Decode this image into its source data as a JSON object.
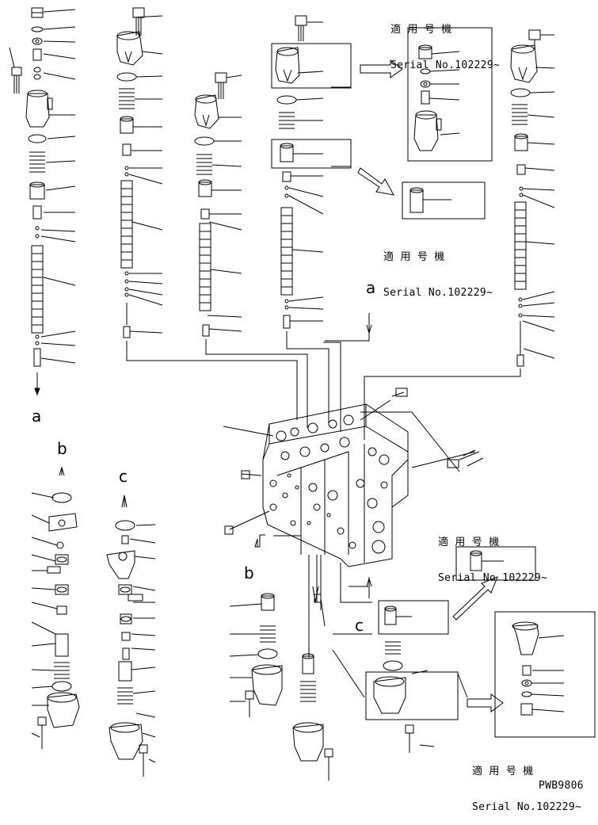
{
  "notes": [
    {
      "id": "note-top",
      "jp": "適 用 号 機",
      "serial": "Serial No.102229~"
    },
    {
      "id": "note-mid",
      "jp": "適 用 号 機",
      "serial": "Serial No.102229~"
    },
    {
      "id": "note-right",
      "jp": "適 用 号 機",
      "serial": "Serial No 102229~"
    },
    {
      "id": "note-bottom",
      "jp": "適 用 号 機",
      "serial": "Serial No.102229~"
    }
  ],
  "markers": {
    "a": "a",
    "b": "b",
    "c": "c"
  },
  "drawing_code": "PWB9806"
}
